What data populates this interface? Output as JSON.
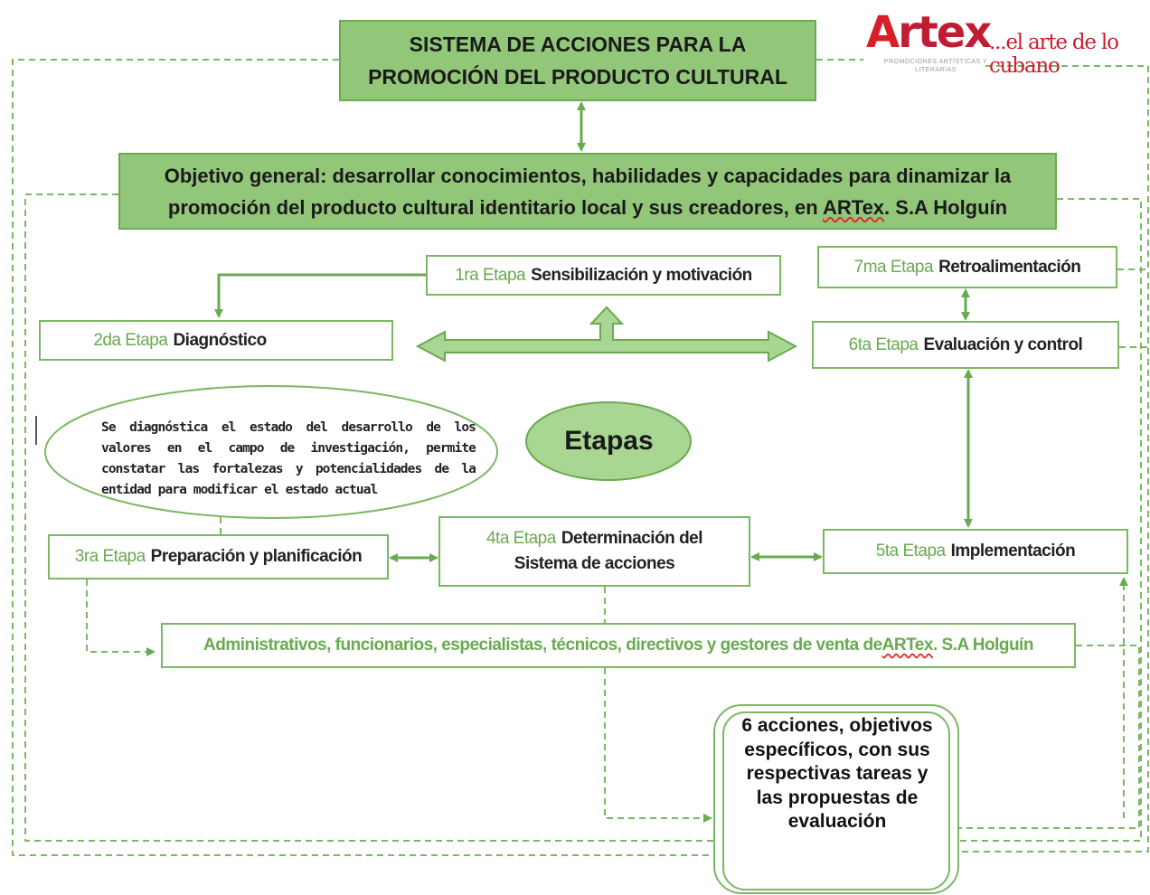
{
  "title": {
    "line1": "SISTEMA DE ACCIONES PARA LA",
    "line2": "PROMOCIÓN DEL PRODUCTO CULTURAL"
  },
  "logo": {
    "brand_first": "A",
    "brand_rest": "rtex",
    "tagline": "...el arte de lo cubano",
    "subline": "PROMOCIONES ARTÍSTICAS Y LITERARIAS"
  },
  "objective": {
    "line1": "Objetivo general: desarrollar conocimientos, habilidades y capacidades para dinamizar la",
    "line2_pre": "promoción del producto cultural identitario local y sus creadores, en ",
    "line2_spell": "ARTex",
    "line2_post": ". S.A Holguín"
  },
  "stages": [
    {
      "num": "1ra Etapa",
      "name": "Sensibilización y motivación"
    },
    {
      "num": "2da Etapa",
      "name": "Diagnóstico"
    },
    {
      "num": "3ra Etapa",
      "name": "Preparación y planificación"
    },
    {
      "num": "4ta Etapa",
      "name": "Determinación del",
      "name2": "Sistema de acciones"
    },
    {
      "num": "5ta Etapa",
      "name": "Implementación"
    },
    {
      "num": "6ta Etapa",
      "name": "Evaluación y control"
    },
    {
      "num": "7ma Etapa",
      "name": "Retroalimentación"
    }
  ],
  "center_label": "Etapas",
  "diagnosis_note": "Se diagnóstica el estado del desarrollo de los valores en el campo de investigación, permite constatar las fortalezas y potencialidades de la entidad para modificar el estado actual",
  "people": {
    "pre": "Administrativos, funcionarios, especialistas, técnicos, directivos y gestores de venta de ",
    "spell": "ARTex",
    "post": ". S.A Holguín"
  },
  "actions_box": "6 acciones, objetivos específicos, con sus respectivas tareas y las propuestas de evaluación",
  "colors": {
    "green_fill": "#92c77a",
    "green_line": "#6aaa50",
    "logo_red": "#d61f26"
  }
}
